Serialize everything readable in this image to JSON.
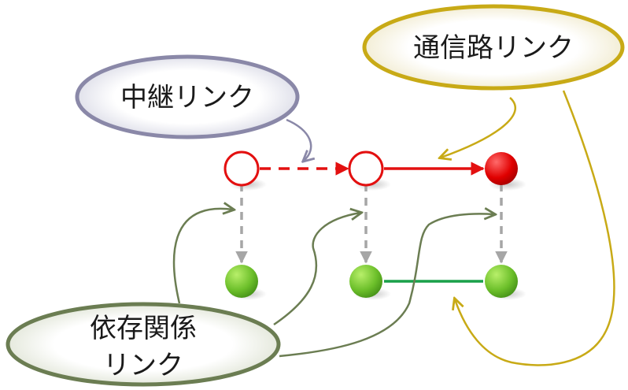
{
  "labels": {
    "relay": "中継リンク",
    "channel": "通信路リンク",
    "dependency_line1": "依存関係",
    "dependency_line2": "リンク"
  },
  "colors": {
    "relay_bubble": "#8a88a8",
    "channel_bubble": "#c8aa16",
    "dependency_bubble": "#6b7d52",
    "red_link": "#e31010",
    "green_link": "#1aa14a",
    "dependency_arrow": "#a6a6a6",
    "node_red_fill": "#e00000",
    "node_green_fill": "#6cbf2a"
  }
}
